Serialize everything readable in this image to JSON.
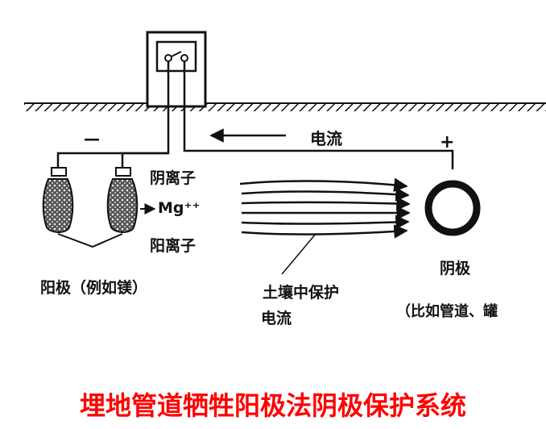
{
  "labels": {
    "current": "电流",
    "minus": "—",
    "plus": "+",
    "cation": "阴离子",
    "mg": "Mg⁺⁺",
    "anion": "阳离子",
    "anode": "阳极（例如镁）",
    "soil_current_1": "土壤中保护",
    "soil_current_2": "电流",
    "cathode": "阴极",
    "cathode_example": "（比如管道、罐"
  },
  "caption": "埋地管道牺牲阳极法阴极保护系统",
  "colors": {
    "caption": "#ff0000",
    "ink": "#111111"
  }
}
